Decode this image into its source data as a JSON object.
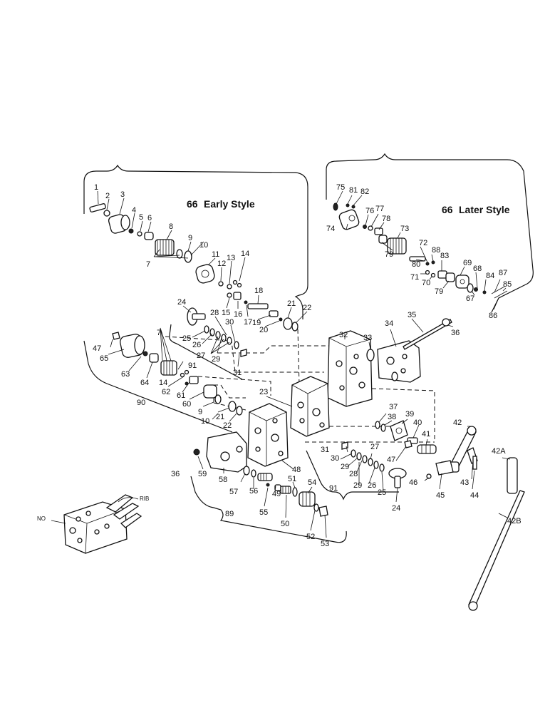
{
  "titles": {
    "early": "Early Style",
    "later": "Later Style",
    "early_ref": "66",
    "later_ref": "66"
  },
  "inset_labels": {
    "left": "NO",
    "right": "RIB"
  },
  "callouts": {
    "c1": "1",
    "c2": "2",
    "c3": "3",
    "c4": "4",
    "c5": "5",
    "c6": "6",
    "c7a": "7",
    "c8": "8",
    "c9a": "9",
    "c10a": "10",
    "c11": "11",
    "c12": "12",
    "c13": "13",
    "c14a": "14",
    "c15": "15",
    "c16": "16",
    "c17": "17",
    "c18": "18",
    "c19": "19",
    "c20": "20",
    "c21a": "21",
    "c22a": "22",
    "c24a": "24",
    "c25a": "25",
    "c26a": "26",
    "c27a": "27",
    "c28a": "28",
    "c29a": "29",
    "c30a": "30",
    "c31a": "31",
    "c91a": "91",
    "c47a": "47",
    "c65": "65",
    "c7b": "7",
    "c63": "63",
    "c64": "64",
    "c14b": "14",
    "c62": "62",
    "c61": "61",
    "c60": "60",
    "c9b": "9",
    "c90": "90",
    "c21b": "21",
    "c10b": "10",
    "c22b": "22",
    "c23": "23",
    "c32": "32",
    "c33": "33",
    "c34": "34",
    "c35": "35",
    "c36a": "36",
    "c37": "37",
    "c38": "38",
    "c39": "39",
    "c40": "40",
    "c41": "41",
    "c42": "42",
    "c42A": "42A",
    "c42B": "42B",
    "c43": "43",
    "c44": "44",
    "c45": "45",
    "c46": "46",
    "c47b": "47",
    "c31b": "31",
    "c30b": "30",
    "c29b": "29",
    "c28b": "28",
    "c27b": "27",
    "c26b": "26",
    "c29c": "29",
    "c25b": "25",
    "c24b": "24",
    "c91b": "91",
    "c48": "48",
    "c36b": "36",
    "c59": "59",
    "c58": "58",
    "c57": "57",
    "c56": "56",
    "c55": "55",
    "c49": "49",
    "c50": "50",
    "c51": "51",
    "c54": "54",
    "c52": "52",
    "c53": "53",
    "c89": "89",
    "c75": "75",
    "c81": "81",
    "c82": "82",
    "c74": "74",
    "c76": "76",
    "c77": "77",
    "c78": "78",
    "c73": "73",
    "c79a": "79",
    "c72": "72",
    "c88": "88",
    "c80": "80",
    "c83": "83",
    "c71": "71",
    "c70": "70",
    "c69": "69",
    "c68": "68",
    "c79b": "79",
    "c67": "67",
    "c84": "84",
    "c87": "87",
    "c85": "85",
    "c86": "86"
  }
}
